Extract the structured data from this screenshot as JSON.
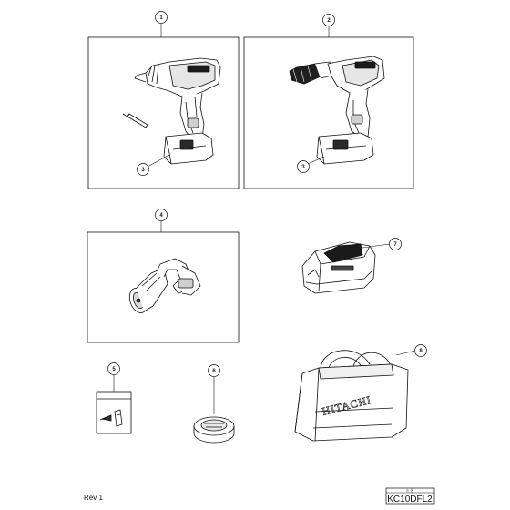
{
  "parts": [
    {
      "number": "1",
      "name": "impact-driver"
    },
    {
      "number": "2",
      "name": "drill-driver"
    },
    {
      "number": "3",
      "name": "battery"
    },
    {
      "number": "4",
      "name": "flashlight"
    },
    {
      "number": "5",
      "name": "screw-bag"
    },
    {
      "number": "6",
      "name": "cap"
    },
    {
      "number": "7",
      "name": "charger"
    },
    {
      "number": "8",
      "name": "tool-bag"
    }
  ],
  "callouts": {
    "c1": "1",
    "c2": "2",
    "c3a": "3",
    "c3b": "3",
    "c4": "4",
    "c5": "5",
    "c6": "6",
    "c7": "7",
    "c8": "8"
  },
  "bag_brand": "HITACHI",
  "footer": {
    "revision": "Rev 1",
    "model": "KC10DFL2",
    "model_header": "※ 名"
  }
}
